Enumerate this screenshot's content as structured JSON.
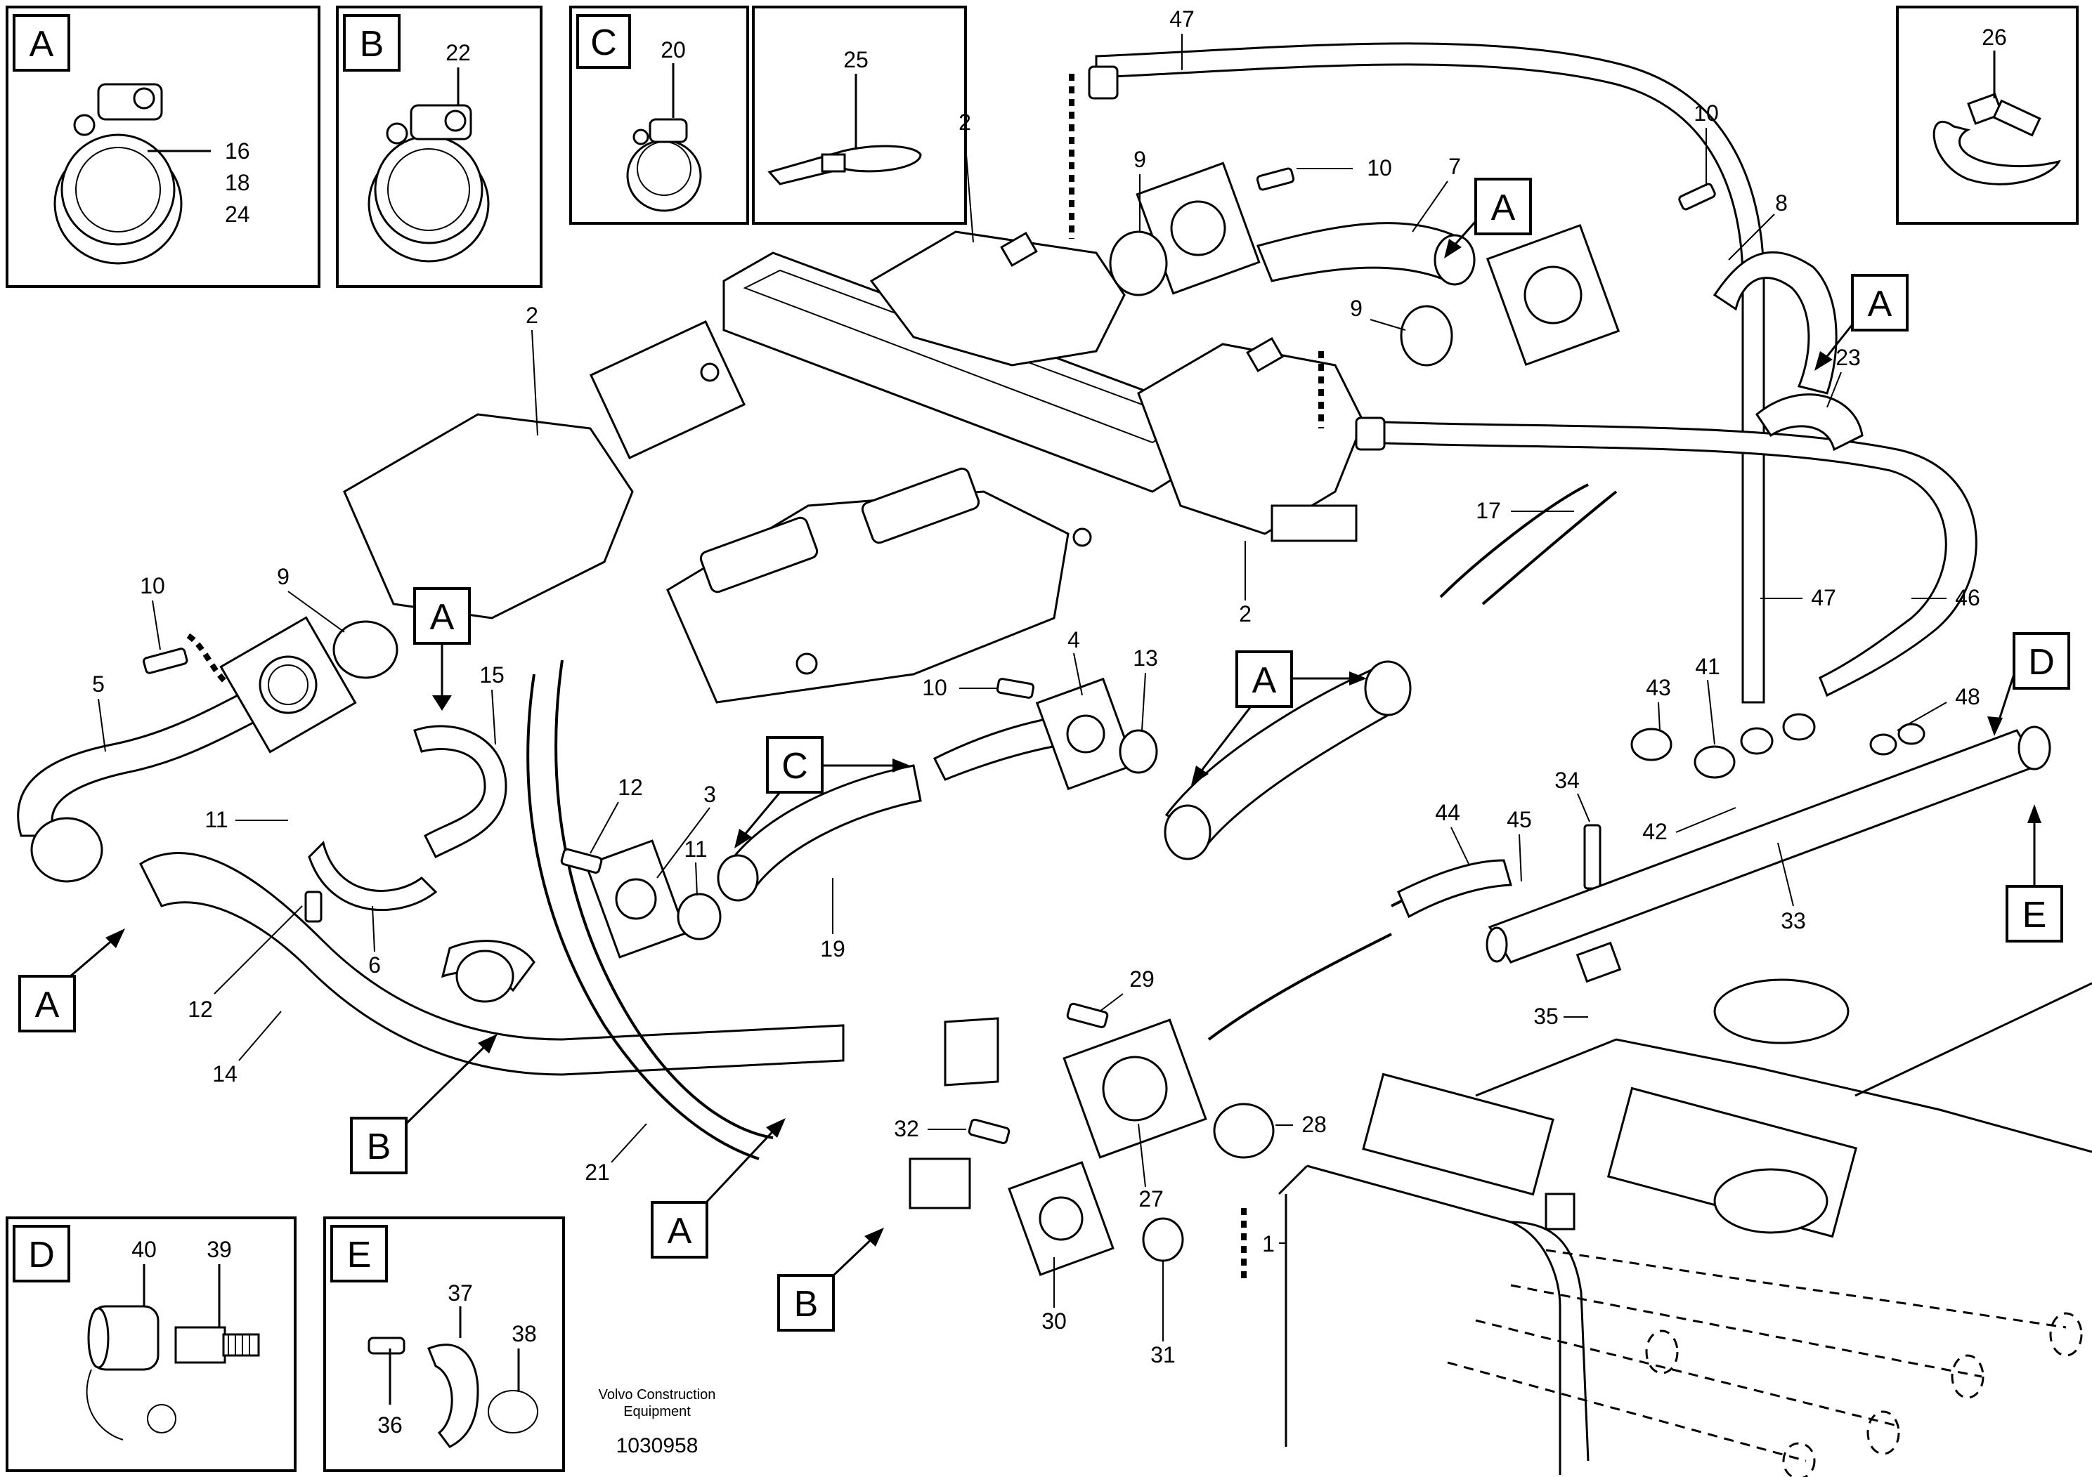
{
  "callout_letters": {
    "A": "A",
    "B": "B",
    "C": "C",
    "D": "D",
    "E": "E"
  },
  "inset_parts": {
    "A": [
      "16",
      "18",
      "24"
    ],
    "B": [
      "22"
    ],
    "C": [
      "20"
    ],
    "tie": [
      "25"
    ],
    "strap": [
      "26"
    ],
    "D": [
      "40",
      "39"
    ],
    "E": [
      "37",
      "38",
      "36"
    ]
  },
  "part_numbers": {
    "p1": "1",
    "p2a": "2",
    "p2b": "2",
    "p2c": "2",
    "p3": "3",
    "p4": "4",
    "p5": "5",
    "p6": "6",
    "p7": "7",
    "p8": "8",
    "p9a": "9",
    "p9b": "9",
    "p9c": "9",
    "p10a": "10",
    "p10b": "10",
    "p10c": "10",
    "p10d": "10",
    "p11a": "11",
    "p11b": "11",
    "p12a": "12",
    "p12b": "12",
    "p13": "13",
    "p14": "14",
    "p15": "15",
    "p17": "17",
    "p19": "19",
    "p21": "21",
    "p23": "23",
    "p27": "27",
    "p28": "28",
    "p29": "29",
    "p30": "30",
    "p31": "31",
    "p32": "32",
    "p33": "33",
    "p34": "34",
    "p35": "35",
    "p41": "41",
    "p42": "42",
    "p43": "43",
    "p44": "44",
    "p45": "45",
    "p46": "46",
    "p47a": "47",
    "p47b": "47",
    "p48": "48"
  },
  "footer": {
    "company_line1": "Volvo Construction",
    "company_line2": "Equipment",
    "drawing_number": "1030958"
  }
}
